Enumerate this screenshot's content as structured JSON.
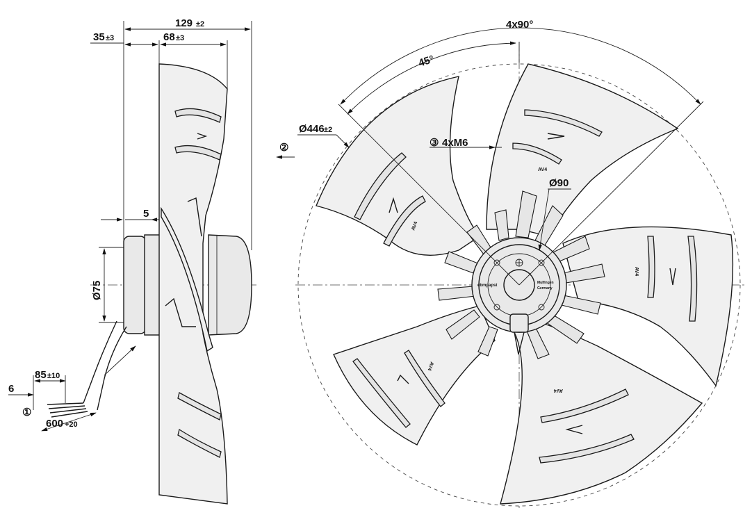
{
  "side_view": {
    "dim_total_depth": "129",
    "dim_total_depth_tol": "±2",
    "dim_offset": "35",
    "dim_offset_tol": "±3",
    "dim_blade_depth": "68",
    "dim_blade_depth_tol": "±3",
    "dim_gap": "5",
    "dim_hub_diameter": "Ø75",
    "dim_wire_end": "6",
    "dim_wire_strip": "85",
    "dim_wire_strip_tol": "±10",
    "dim_cable_length": "600",
    "dim_cable_length_tol": "+20",
    "callout_cable": "①"
  },
  "front_view": {
    "dim_hole_pattern": "4x90°",
    "dim_blade_angle": "45°",
    "dim_fan_diameter": "Ø446",
    "dim_fan_diameter_tol": "±2",
    "dim_threads": "4xM6",
    "callout_threads": "③",
    "dim_bolt_circle": "Ø90",
    "callout_rotation": "②",
    "blade_marking": "AV4",
    "label_brand": "ebmpapst",
    "label_origin_1": "Mulfingen",
    "label_origin_2": "Germany"
  }
}
